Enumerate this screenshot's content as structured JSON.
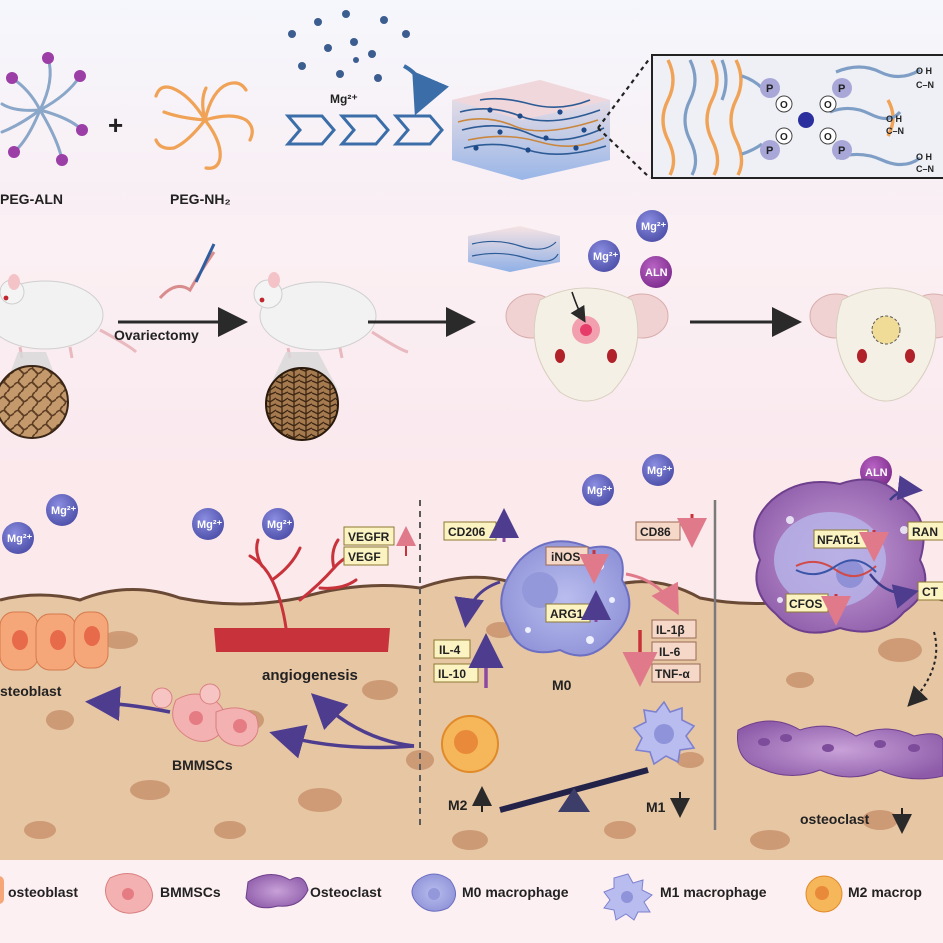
{
  "synthesis": {
    "peg_aln_label": "PEG-ALN",
    "plus": "+",
    "peg_nh2_label": "PEG-NH₂",
    "mg_label": "Mg²⁺",
    "inset_p": "P",
    "inset_o": "O",
    "amide_top": "O  H",
    "amide_bottom": "C–N"
  },
  "animal_model": {
    "procedure_label": "Ovariectomy",
    "mg_ion": "Mg²⁺",
    "aln_badge": "ALN"
  },
  "bone_panel": {
    "mg_ion": "Mg²⁺",
    "aln_badge": "ALN",
    "vegfr_label": "VEGFR",
    "vegf_label": "VEGF",
    "angiogenesis_label": "angiogenesis",
    "osteoblast_label": "steoblast",
    "bmmscs_label": "BMMSCs",
    "cd206_label": "CD206",
    "cd86_label": "CD86",
    "inos_label": "iNOS",
    "arg1_label": "ARG1",
    "il4_label": "IL-4",
    "il10_label": "IL-10",
    "il1b_label": "IL-1β",
    "il6_label": "IL-6",
    "tnfa_label": "TNF-α",
    "m0_label": "M0",
    "m2_label": "M2",
    "m1_label": "M1",
    "nfatc1_label": "NFATc1",
    "cfos_label": "CFOS",
    "rank_label": "RAN",
    "ctsk_label": "CT",
    "osteoclast_label": "osteoclast"
  },
  "legend": {
    "items": [
      {
        "label": "osteoblast"
      },
      {
        "label": "BMMSCs"
      },
      {
        "label": "Osteoclast"
      },
      {
        "label": "M0 macrophage"
      },
      {
        "label": "M1 macrophage"
      },
      {
        "label": "M2 macrop"
      }
    ]
  },
  "colors": {
    "peg_arm": "#8aa6c8",
    "aln_tip": "#9b3fa7",
    "nh2_arm": "#f0a256",
    "mg_ion": "#5d5fb9",
    "bone": "#e7c6a4",
    "blood_vessel": "#c8323a"
  }
}
